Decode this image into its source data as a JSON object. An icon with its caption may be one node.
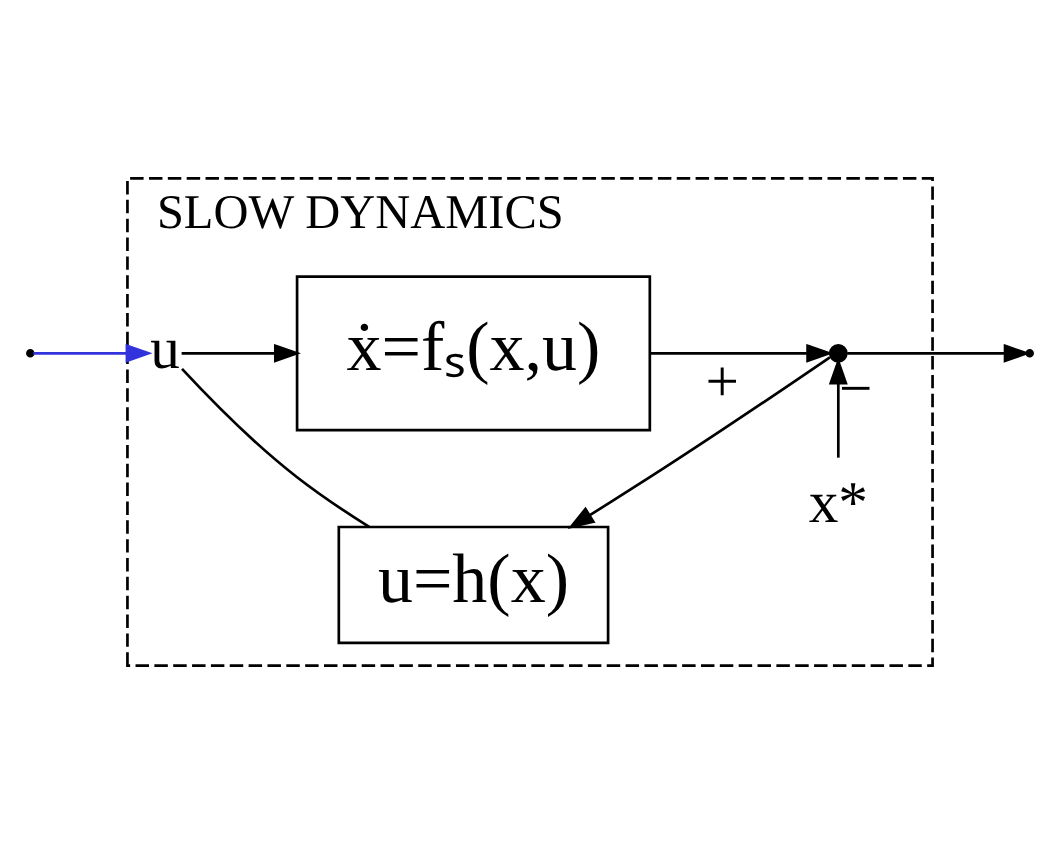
{
  "diagram": {
    "nodes": [
      {
        "text": [
          "SLOW DYNAMICS"
        ]
      },
      {
        "text": [
          "u"
        ],
        "in": 0
      },
      {
        "text": [
          "ẋ=fₛ(x,u)"
        ],
        "in": 0
      },
      {
        "text": [],
        "shape": "circle",
        "in": 0
      },
      {
        "text": [
          "x*"
        ],
        "in": 0
      },
      {
        "text": [
          "u=h(x)"
        ],
        "in": 0
      }
    ],
    "edges": [
      {
        "from": null,
        "to": 1,
        "arrow": "to",
        "color": "#3333dd"
      },
      {
        "from": 1,
        "to": 2,
        "arrow": "to"
      },
      {
        "from": 2,
        "to": 3,
        "arrow": "to",
        "label": "+"
      },
      {
        "from": 4,
        "to": 3,
        "arrow": "to",
        "label": "−"
      },
      {
        "from": 3,
        "to": null,
        "arrow": "to"
      },
      {
        "from": 3,
        "to": 5,
        "arrow": "to"
      },
      {
        "from": 5,
        "to": 1,
        "arrow": "none"
      }
    ]
  }
}
